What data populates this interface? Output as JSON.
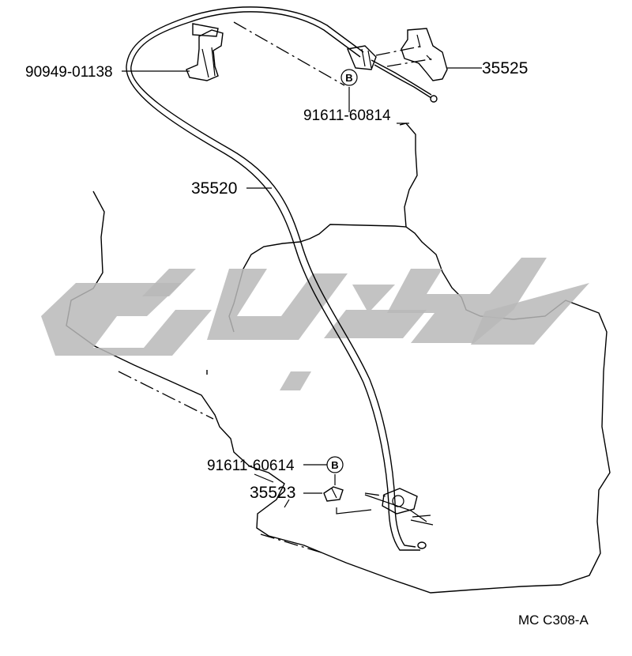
{
  "parts": {
    "cable": "35520",
    "bracket": "35525",
    "clip": "90949-01138",
    "bolt_upper": "91611-60814",
    "bolt_lower": "91611-60614",
    "retainer": "35523"
  },
  "bolt_marker": "B",
  "diagram_ref": "MC  C308-A",
  "colors": {
    "line": "#000000",
    "watermark": "#b9b9b9",
    "background": "#ffffff"
  }
}
